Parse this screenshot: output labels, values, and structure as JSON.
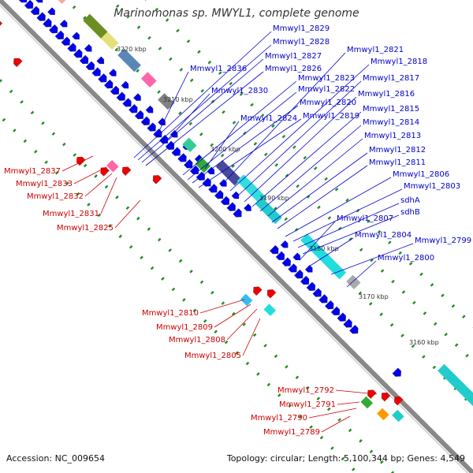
{
  "title": "Marinomonas sp. MWYL1, complete genome",
  "footer": {
    "accession": "Accession: NC_009654",
    "summary": "Topology: circular; Length: 5,100,344 bp; Genes: 4,549"
  },
  "colors": {
    "backbone": "#888888",
    "forward_gene": "#0000ee",
    "reverse_gene": "#ee0000",
    "tick_mark": "#228b22",
    "forward_label": "#0000cc",
    "reverse_label": "#cc0000",
    "scale_label": "#333333"
  },
  "scale_labels": [
    {
      "text": "3220 kbp",
      "at": 3220
    },
    {
      "text": "3210 kbp",
      "at": 3210
    },
    {
      "text": "3200 kbp",
      "at": 3200
    },
    {
      "text": "3190 kbp",
      "at": 3190
    },
    {
      "text": "3180 kbp",
      "at": 3180
    },
    {
      "text": "3170 kbp",
      "at": 3170
    },
    {
      "text": "3160 kbp",
      "at": 3160
    }
  ],
  "forward_labels": [
    {
      "text": "Mmwyl1_2829"
    },
    {
      "text": "Mmwyl1_2828"
    },
    {
      "text": "Mmwyl1_2827"
    },
    {
      "text": "Mmwyl1_2836"
    },
    {
      "text": "Mmwyl1_2826"
    },
    {
      "text": "Mmwyl1_2830"
    },
    {
      "text": "Mmwyl1_2821"
    },
    {
      "text": "Mmwyl1_2818"
    },
    {
      "text": "Mmwyl1_2823"
    },
    {
      "text": "Mmwyl1_2817"
    },
    {
      "text": "Mmwyl1_2822"
    },
    {
      "text": "Mmwyl1_2816"
    },
    {
      "text": "Mmwyl1_2820"
    },
    {
      "text": "Mmwyl1_2815"
    },
    {
      "text": "Mmwyl1_2824"
    },
    {
      "text": "Mmwyl1_2819"
    },
    {
      "text": "Mmwyl1_2814"
    },
    {
      "text": "Mmwyl1_2813"
    },
    {
      "text": "Mmwyl1_2812"
    },
    {
      "text": "Mmwyl1_2811"
    },
    {
      "text": "Mmwyl1_2806"
    },
    {
      "text": "Mmwyl1_2803"
    },
    {
      "text": "sdhA"
    },
    {
      "text": "sdhB"
    },
    {
      "text": "Mmwyl1_2807"
    },
    {
      "text": "Mmwyl1_2804"
    },
    {
      "text": "Mmwyl1_2799"
    },
    {
      "text": "Mmwyl1_2800"
    }
  ],
  "reverse_labels": [
    {
      "text": "Mmwyl1_2837"
    },
    {
      "text": "Mmwyl1_2833"
    },
    {
      "text": "Mmwyl1_2832"
    },
    {
      "text": "Mmwyl1_2831"
    },
    {
      "text": "Mmwyl1_2825"
    },
    {
      "text": "Mmwyl1_2810"
    },
    {
      "text": "Mmwyl1_2809"
    },
    {
      "text": "Mmwyl1_2808"
    },
    {
      "text": "Mmwyl1_2805"
    },
    {
      "text": "Mmwyl1_2792"
    },
    {
      "text": "Mmwyl1_2791"
    },
    {
      "text": "Mmwyl1_2790"
    },
    {
      "text": "Mmwyl1_2789"
    }
  ]
}
